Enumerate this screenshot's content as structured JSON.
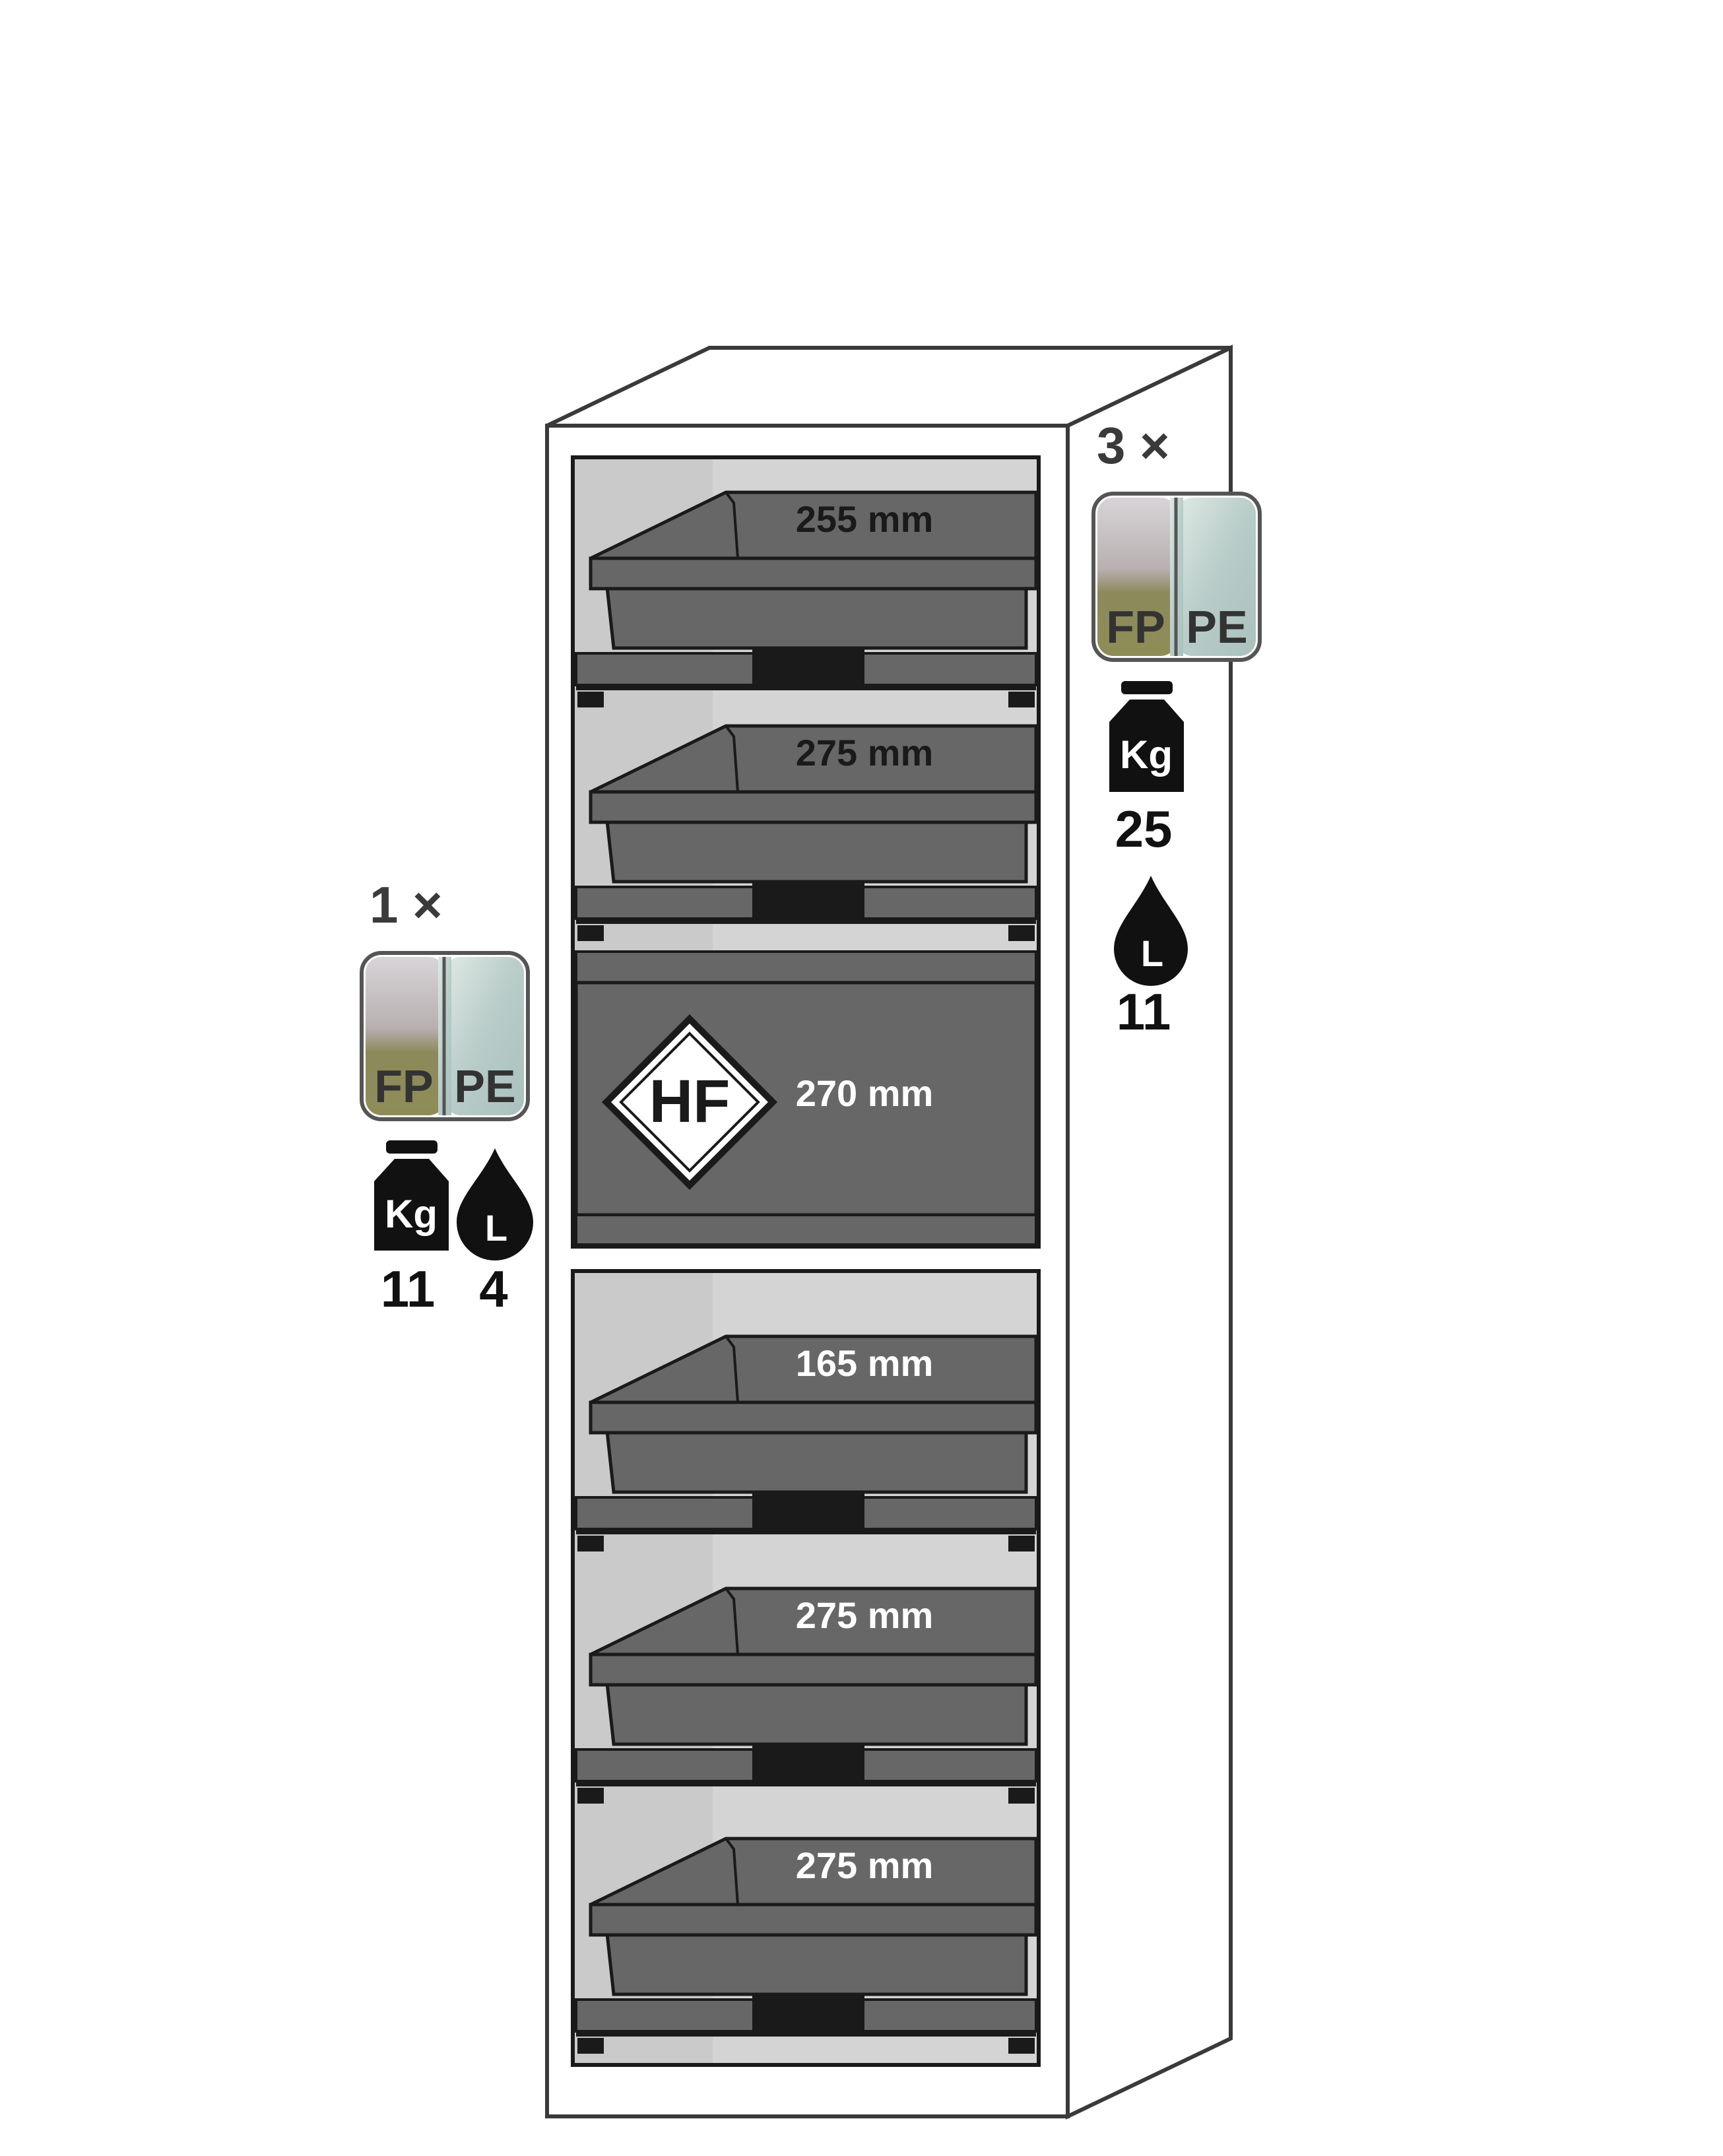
{
  "cabinet": {
    "shelves_upper": [
      {
        "height_label": "255 mm"
      },
      {
        "height_label": "275 mm"
      }
    ],
    "hf_drawer": {
      "symbol": "HF",
      "height_label": "270 mm"
    },
    "shelves_lower": [
      {
        "height_label": "165 mm"
      },
      {
        "height_label": "275 mm"
      },
      {
        "height_label": "275 mm"
      }
    ]
  },
  "left_spec": {
    "count_label": "1 ×",
    "tray_badge": {
      "left": "FP",
      "right": "PE"
    },
    "weight_icon_label": "Kg",
    "weight_value": "11",
    "liquid_icon_label": "L",
    "liquid_value": "4"
  },
  "right_spec": {
    "count_label": "3 ×",
    "tray_badge": {
      "left": "FP",
      "right": "PE"
    },
    "weight_icon_label": "Kg",
    "weight_value": "25",
    "liquid_icon_label": "L",
    "liquid_value": "11"
  },
  "colors": {
    "outline": "#3a3a3a",
    "cabinet_fill": "#ffffff",
    "interior": "#d4d4d4",
    "tray": "#676767",
    "tray_dark": "#1a1a1a",
    "badge_fp": "#8a8a58",
    "badge_pe": "#b8ccc8"
  }
}
